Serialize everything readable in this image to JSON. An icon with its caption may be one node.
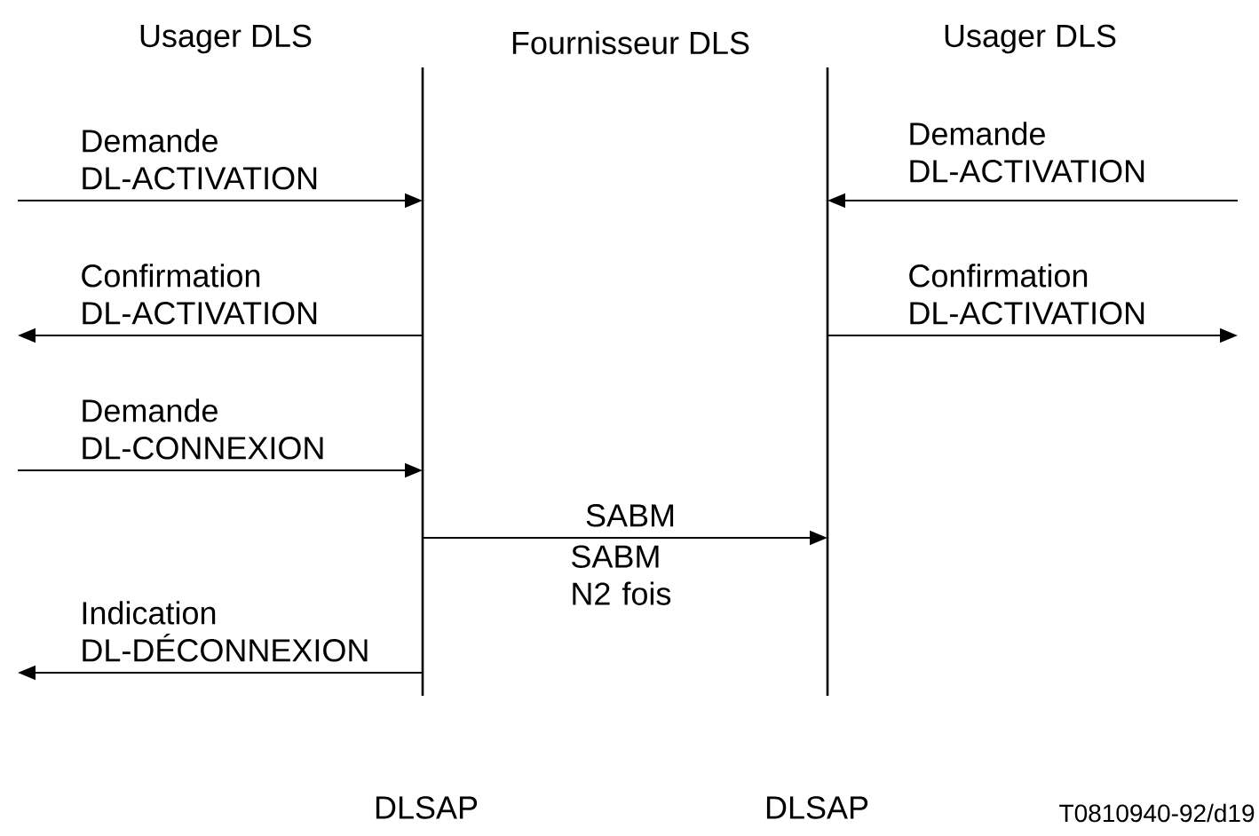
{
  "diagram": {
    "nodes": [
      {
        "text": [],
        "shape": "line",
        "beside": [
          "DLSAP"
        ]
      },
      {
        "text": [],
        "shape": "line",
        "beside": [
          "DLSAP"
        ]
      }
    ],
    "edges": [
      {
        "from": null,
        "to": 0,
        "arrow": "to",
        "label": "Demande DL-ACTIVATION"
      },
      {
        "from": 0,
        "to": null,
        "arrow": "to",
        "label": "Confirmation DL-ACTIVATION"
      },
      {
        "from": null,
        "to": 1,
        "arrow": "to",
        "label": "Demande DL-ACTIVATION"
      },
      {
        "from": 1,
        "to": null,
        "arrow": "to",
        "label": "Confirmation DL-ACTIVATION"
      },
      {
        "from": null,
        "to": 0,
        "arrow": "to",
        "label": "Demande DL-CONNEXION"
      },
      {
        "from": 0,
        "to": 1,
        "arrow": "to",
        "label": "SABM"
      },
      {
        "from": 0,
        "to": null,
        "arrow": "to",
        "label": "Indication DL-DÉCONNEXION"
      }
    ],
    "labels": [
      "Usager DLS",
      "Fournisseur DLS",
      "Usager DLS",
      "SABM N2 fois",
      "T0810940-92/d19"
    ]
  }
}
